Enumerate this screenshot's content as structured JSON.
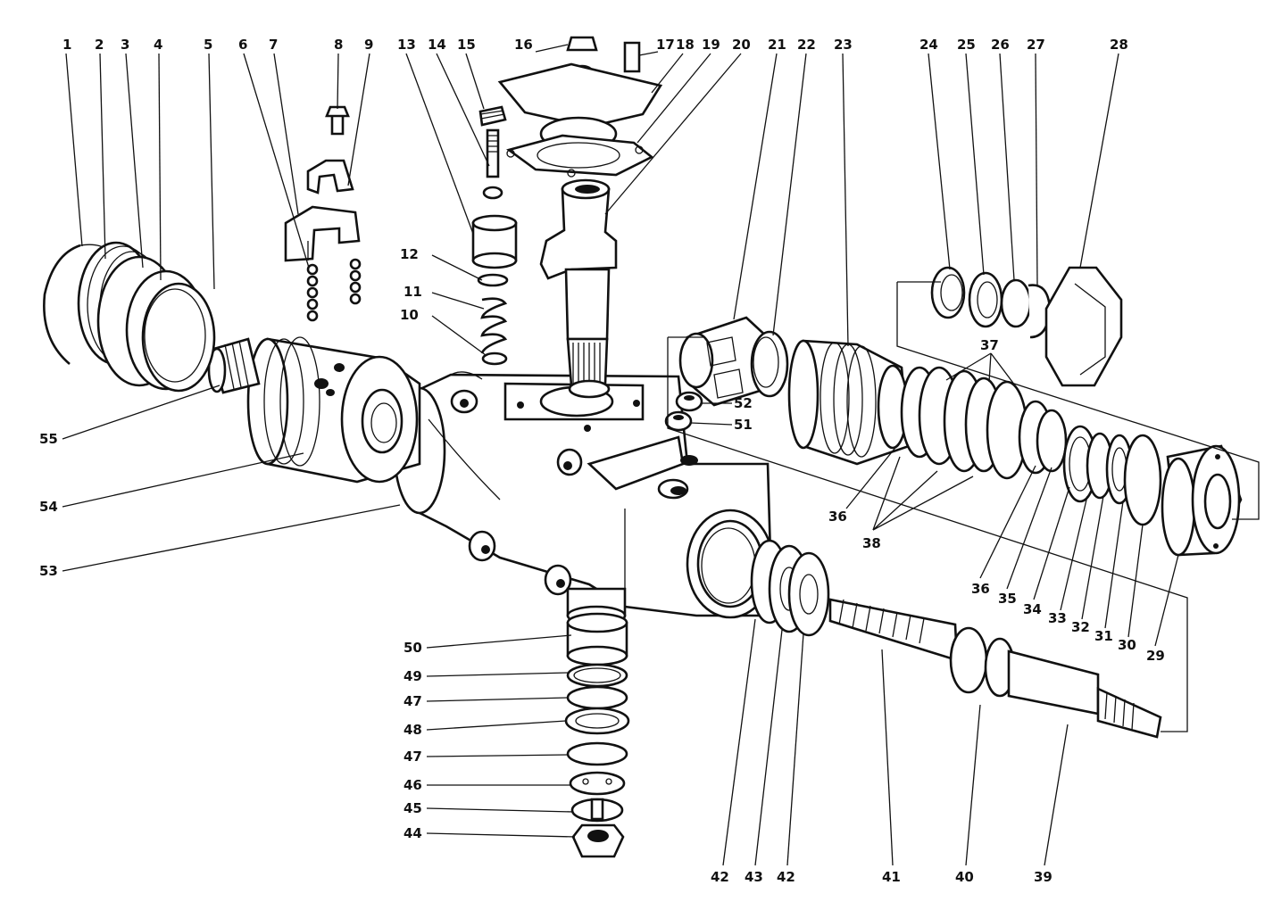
{
  "labels": {
    "n1": "1",
    "n2": "2",
    "n3": "3",
    "n4": "4",
    "n5": "5",
    "n6": "6",
    "n7": "7",
    "n8": "8",
    "n9": "9",
    "n10": "10",
    "n11": "11",
    "n12": "12",
    "n13": "13",
    "n14": "14",
    "n15": "15",
    "n16": "16",
    "n17": "17",
    "n18": "18",
    "n19": "19",
    "n20": "20",
    "n21": "21",
    "n22": "22",
    "n23": "23",
    "n24": "24",
    "n25": "25",
    "n26": "26",
    "n27": "27",
    "n28": "28",
    "n29": "29",
    "n30": "30",
    "n31": "31",
    "n32": "32",
    "n33": "33",
    "n34": "34",
    "n35": "35",
    "n36a": "36",
    "n36b": "36",
    "n37": "37",
    "n38": "38",
    "n39": "39",
    "n40": "40",
    "n41": "41",
    "n42a": "42",
    "n42b": "42",
    "n43": "43",
    "n44": "44",
    "n45": "45",
    "n46": "46",
    "n47a": "47",
    "n47b": "47",
    "n48": "48",
    "n49": "49",
    "n50": "50",
    "n51": "51",
    "n52": "52",
    "n53": "53",
    "n54": "54",
    "n55": "55"
  },
  "colors": {
    "ink": "#111111",
    "paper": "#ffffff"
  }
}
